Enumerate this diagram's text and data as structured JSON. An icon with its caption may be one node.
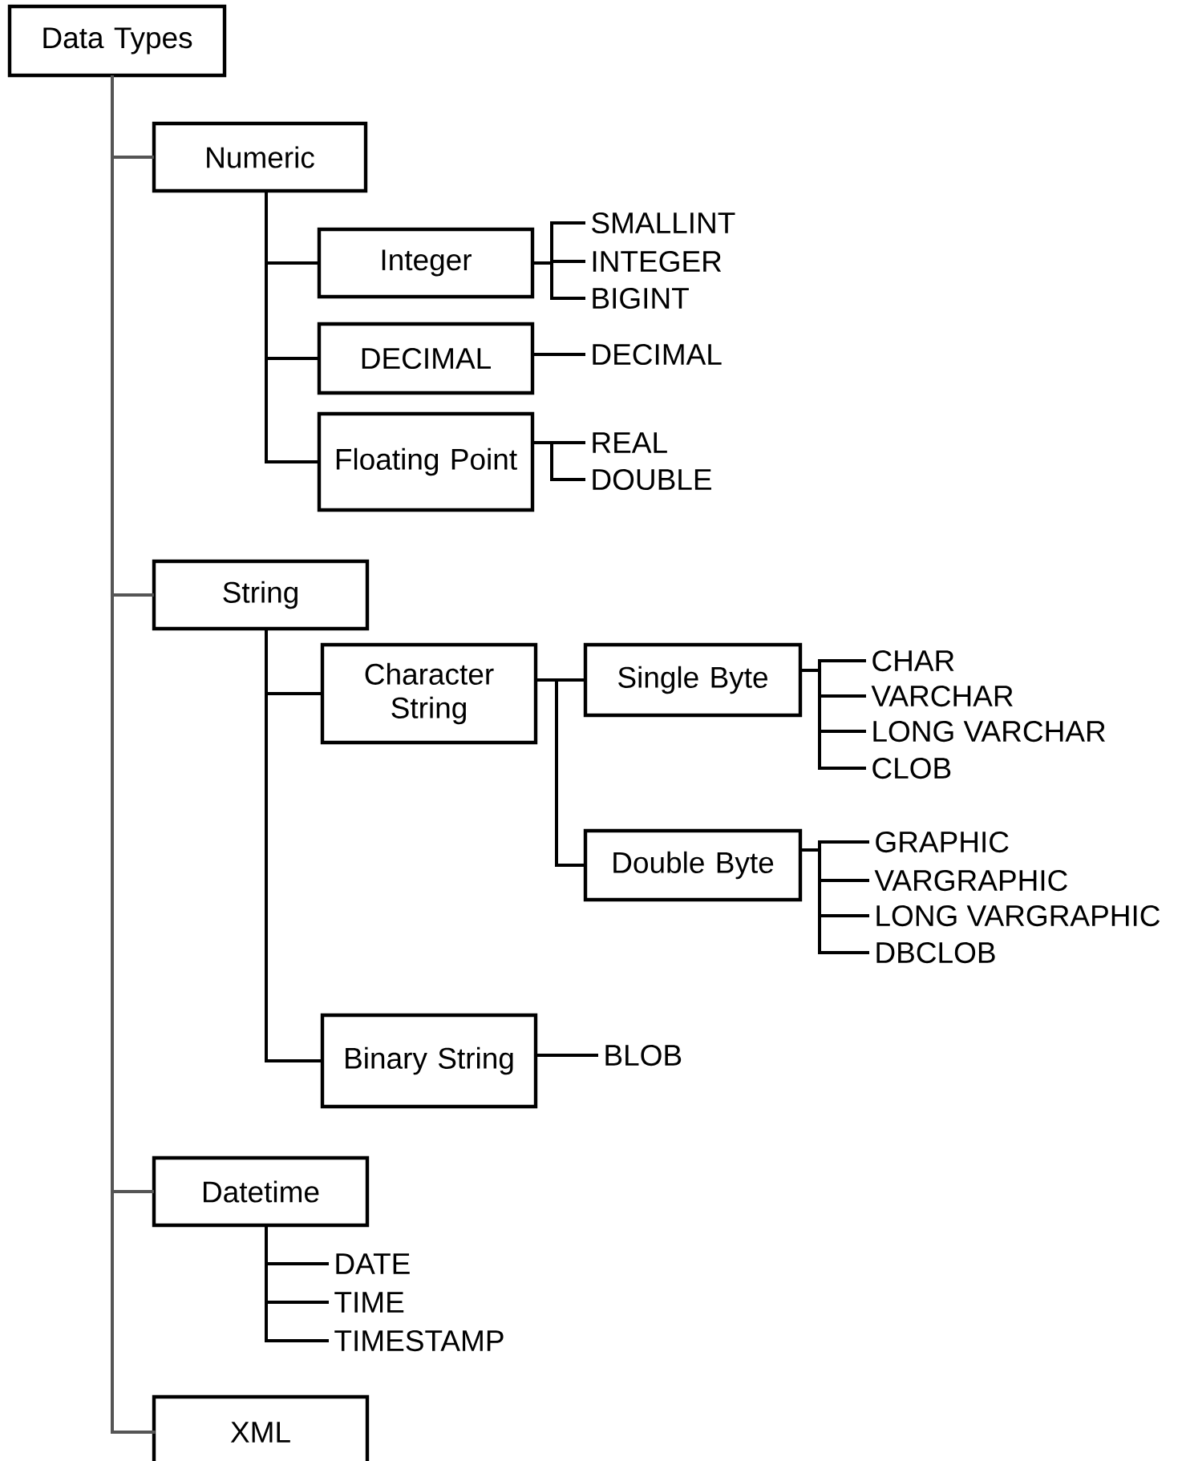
{
  "diagram": {
    "nodes": [
      {
        "text": [
          "Data Types"
        ]
      },
      {
        "text": [
          "Numeric"
        ]
      },
      {
        "text": [
          "Integer"
        ]
      },
      {
        "text": [
          "SMALLINT"
        ]
      },
      {
        "text": [
          "INTEGER"
        ]
      },
      {
        "text": [
          "BIGINT"
        ]
      },
      {
        "text": [
          "DECIMAL"
        ]
      },
      {
        "text": [
          "DECIMAL"
        ]
      },
      {
        "text": [
          "Floating Point"
        ]
      },
      {
        "text": [
          "REAL"
        ]
      },
      {
        "text": [
          "DOUBLE"
        ]
      },
      {
        "text": [
          "String"
        ]
      },
      {
        "text": [
          "Character String"
        ]
      },
      {
        "text": [
          "Single Byte"
        ]
      },
      {
        "text": [
          "CHAR"
        ]
      },
      {
        "text": [
          "VARCHAR"
        ]
      },
      {
        "text": [
          "LONG VARCHAR"
        ]
      },
      {
        "text": [
          "CLOB"
        ]
      },
      {
        "text": [
          "Double Byte"
        ]
      },
      {
        "text": [
          "GRAPHIC"
        ]
      },
      {
        "text": [
          "VARGRAPHIC"
        ]
      },
      {
        "text": [
          "LONG VARGRAPHIC"
        ]
      },
      {
        "text": [
          "DBCLOB"
        ]
      },
      {
        "text": [
          "Binary String"
        ]
      },
      {
        "text": [
          "BLOB"
        ]
      },
      {
        "text": [
          "Datetime"
        ]
      },
      {
        "text": [
          "DATE"
        ]
      },
      {
        "text": [
          "TIME"
        ]
      },
      {
        "text": [
          "TIMESTAMP"
        ]
      },
      {
        "text": [
          "XML"
        ]
      }
    ],
    "edges": [
      {
        "from": 0,
        "to": 1,
        "arrow": "none",
        "color": "#555555"
      },
      {
        "from": 0,
        "to": 11,
        "arrow": "none",
        "color": "#555555"
      },
      {
        "from": 0,
        "to": 25,
        "arrow": "none",
        "color": "#555555"
      },
      {
        "from": 0,
        "to": 29,
        "arrow": "none",
        "color": "#555555"
      },
      {
        "from": 1,
        "to": 2,
        "arrow": "none"
      },
      {
        "from": 1,
        "to": 6,
        "arrow": "none"
      },
      {
        "from": 1,
        "to": 8,
        "arrow": "none"
      },
      {
        "from": 2,
        "to": 3,
        "arrow": "none"
      },
      {
        "from": 2,
        "to": 4,
        "arrow": "none"
      },
      {
        "from": 2,
        "to": 5,
        "arrow": "none"
      },
      {
        "from": 6,
        "to": 7,
        "arrow": "none"
      },
      {
        "from": 8,
        "to": 9,
        "arrow": "none"
      },
      {
        "from": 8,
        "to": 10,
        "arrow": "none"
      },
      {
        "from": 11,
        "to": 12,
        "arrow": "none"
      },
      {
        "from": 11,
        "to": 23,
        "arrow": "none"
      },
      {
        "from": 12,
        "to": 13,
        "arrow": "none"
      },
      {
        "from": 12,
        "to": 18,
        "arrow": "none"
      },
      {
        "from": 13,
        "to": 14,
        "arrow": "none"
      },
      {
        "from": 13,
        "to": 15,
        "arrow": "none"
      },
      {
        "from": 13,
        "to": 16,
        "arrow": "none"
      },
      {
        "from": 13,
        "to": 17,
        "arrow": "none"
      },
      {
        "from": 18,
        "to": 19,
        "arrow": "none"
      },
      {
        "from": 18,
        "to": 20,
        "arrow": "none"
      },
      {
        "from": 18,
        "to": 21,
        "arrow": "none"
      },
      {
        "from": 18,
        "to": 22,
        "arrow": "none"
      },
      {
        "from": 23,
        "to": 24,
        "arrow": "none"
      },
      {
        "from": 25,
        "to": 26,
        "arrow": "none"
      },
      {
        "from": 25,
        "to": 27,
        "arrow": "none"
      },
      {
        "from": 25,
        "to": 28,
        "arrow": "none"
      }
    ]
  }
}
